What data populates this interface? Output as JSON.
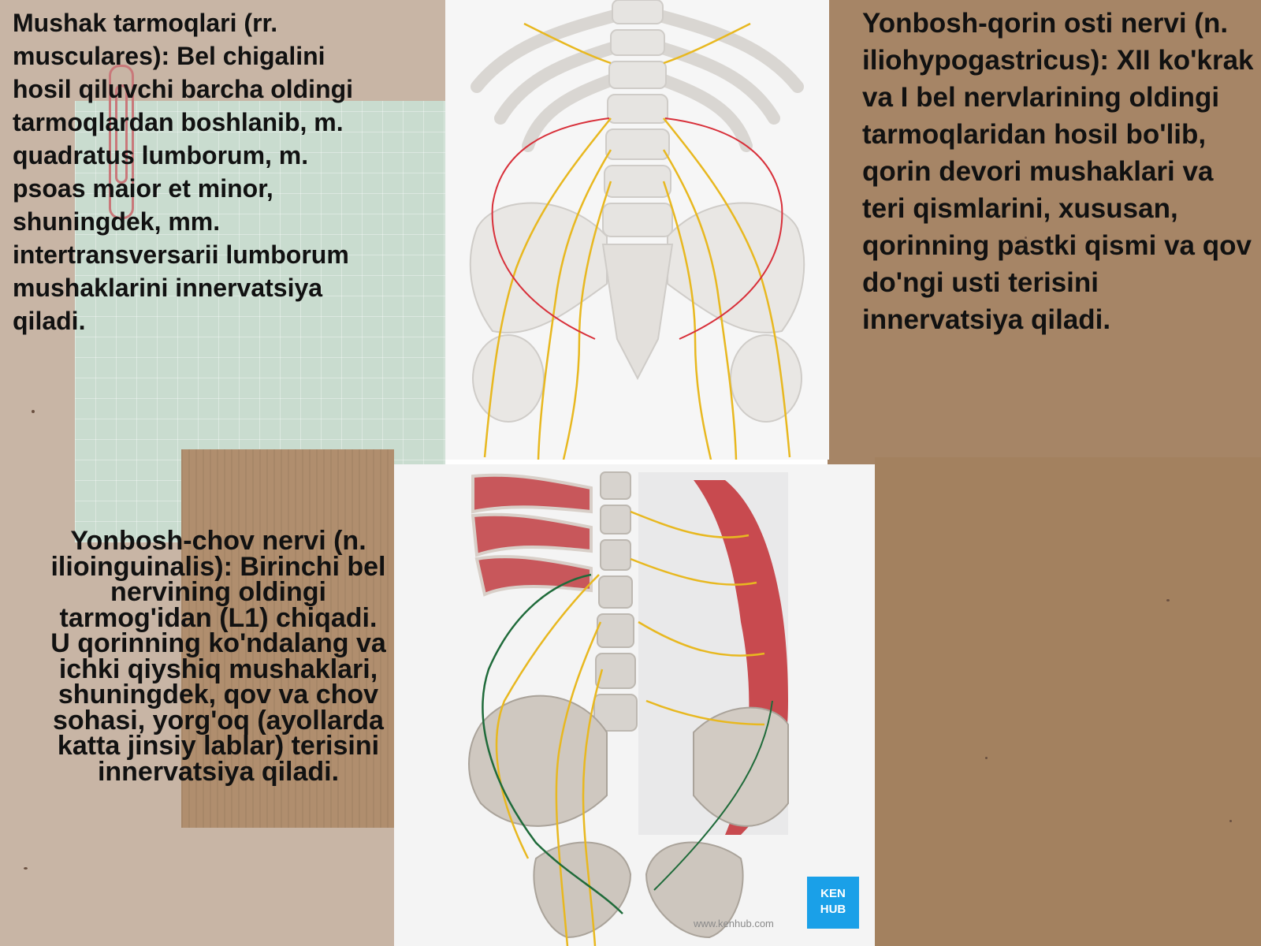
{
  "slide": {
    "muscular_branches_text": "Mushak tarmoqlari (rr. musculares): Bel chigalini hosil qiluvchi barcha oldingi tarmoqlardan boshlanib, m. quadratus lumborum, m. psoas maior et minor, shuningdek, mm. intertransversarii lumborum mushaklarini innervatsiya qiladi.",
    "iliohypogastric_text": "Yonbosh-qorin osti nervi (n. iliohypogastricus): XII ko'krak va I bel nervlarining oldingi tarmoqlaridan hosil bo'lib, qorin devori mushaklari va teri qismlarini, xususan, qorinning pastki qismi va qov do'ngi usti terisini innervatsiya qiladi.",
    "ilioinguinal_text": "Yonbosh-chov nervi (n. ilioinguinalis): Birinchi bel nervining oldingi tarmog'idan (L1) chiqadi. U qorinning ko'ndalang va ichki qiyshiq mushaklari, shuningdek, qov va chov sohasi, yorg'oq (ayollarda katta jinsiy lablar) terisini innervatsiya qiladi."
  },
  "bottom_illustration": {
    "badge_line1": "KEN",
    "badge_line2": "HUB",
    "url": "www.kenhub.com"
  },
  "colors": {
    "nerve_yellow": "#e8b820",
    "highlight_red": "#d8303a",
    "highlight_green": "#1f6b3a",
    "bone": "#e4e2df",
    "muscle_red": "#c84a4f",
    "kenhub_blue": "#1aa0e8"
  }
}
